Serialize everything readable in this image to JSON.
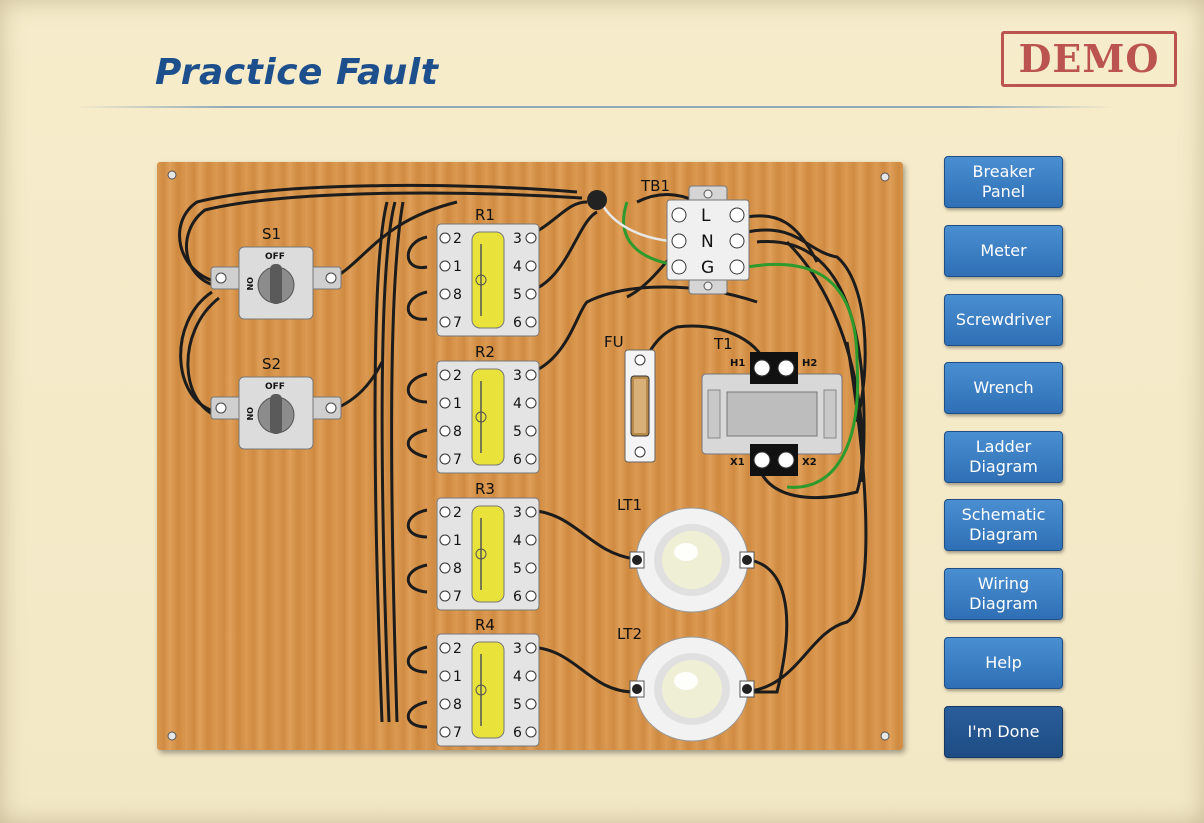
{
  "page": {
    "title": "Practice Fault",
    "demo_stamp": "DEMO"
  },
  "nav": {
    "breaker_panel": "Breaker\nPanel",
    "meter": "Meter",
    "screwdriver": "Screwdriver",
    "wrench": "Wrench",
    "ladder_diagram": "Ladder\nDiagram",
    "schematic_diagram": "Schematic\nDiagram",
    "wiring_diagram": "Wiring\nDiagram",
    "help": "Help",
    "done": "I'm Done"
  },
  "board": {
    "switches": [
      {
        "name": "S1",
        "off": "OFF",
        "on": "ON"
      },
      {
        "name": "S2",
        "off": "OFF",
        "on": "ON"
      }
    ],
    "relays": [
      {
        "name": "R1",
        "left_terminals": [
          "2",
          "1",
          "8",
          "7"
        ],
        "right_terminals": [
          "3",
          "4",
          "5",
          "6"
        ]
      },
      {
        "name": "R2",
        "left_terminals": [
          "2",
          "1",
          "8",
          "7"
        ],
        "right_terminals": [
          "3",
          "4",
          "5",
          "6"
        ]
      },
      {
        "name": "R3",
        "left_terminals": [
          "2",
          "1",
          "8",
          "7"
        ],
        "right_terminals": [
          "3",
          "4",
          "5",
          "6"
        ]
      },
      {
        "name": "R4",
        "left_terminals": [
          "2",
          "1",
          "8",
          "7"
        ],
        "right_terminals": [
          "3",
          "4",
          "5",
          "6"
        ]
      }
    ],
    "terminal_block": {
      "name": "TB1",
      "terminals": [
        "L",
        "N",
        "G"
      ]
    },
    "fuse": {
      "name": "FU"
    },
    "transformer": {
      "name": "T1",
      "h1": "H1",
      "h2": "H2",
      "x1": "X1",
      "x2": "X2"
    },
    "lamps": [
      {
        "name": "LT1"
      },
      {
        "name": "LT2"
      }
    ]
  },
  "colors": {
    "title": "#1d4f8c",
    "button": "#3a7ec4",
    "stamp": "#b13a3a",
    "ground_wire": "#2c9a2c",
    "wire": "#1c1c1c"
  }
}
